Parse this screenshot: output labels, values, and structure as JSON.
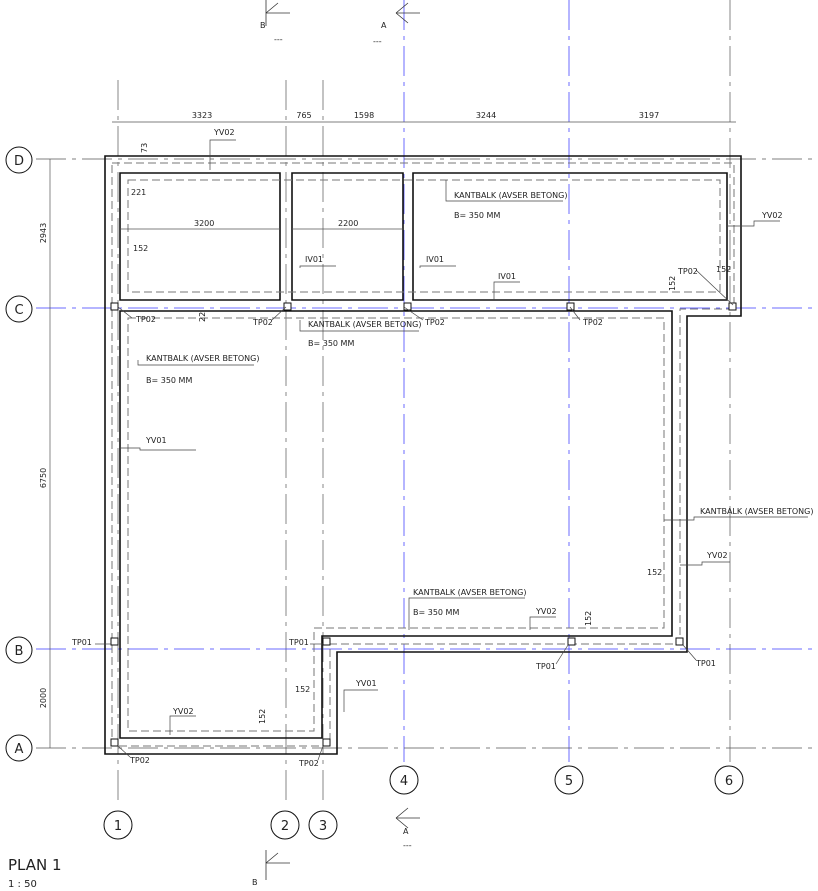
{
  "title": "PLAN 1",
  "scale": "1 : 50",
  "grid": {
    "columns": [
      "1",
      "2",
      "3",
      "4",
      "5",
      "6"
    ],
    "rows": [
      "D",
      "C",
      "B",
      "A"
    ]
  },
  "sections": {
    "top_b": "B",
    "top_a": "A",
    "bottom_a": "A",
    "bottom_b": "B",
    "ref": "---"
  },
  "dimensions": {
    "top": [
      "3323",
      "765",
      "1598",
      "3244",
      "3197"
    ],
    "left": [
      "2943",
      "6750",
      "2000"
    ]
  },
  "annotations": [
    "YV02",
    "73",
    "221",
    "3200",
    "2200",
    "152",
    "IV01",
    "IV01",
    "KANTBALK (AVSER BETONG)",
    "B= 350 MM",
    "YV02",
    "IV01",
    "TP02",
    "152",
    "152",
    "TP02",
    "22",
    "TP02",
    "KANTBALK (AVSER BETONG)",
    "B= 350 MM",
    "TP02",
    "TP02",
    "KANTBALK (AVSER BETONG)",
    "B= 350 MM",
    "YV01",
    "KANTBALK (AVSER BETONG)",
    "YV02",
    "152",
    "KANTBALK (AVSER BETONG)",
    "B= 350 MM",
    "YV02",
    "152",
    "TP01",
    "TP01",
    "TP01",
    "TP01",
    "152",
    "YV01",
    "YV02",
    "152",
    "TP02",
    "TP02"
  ]
}
